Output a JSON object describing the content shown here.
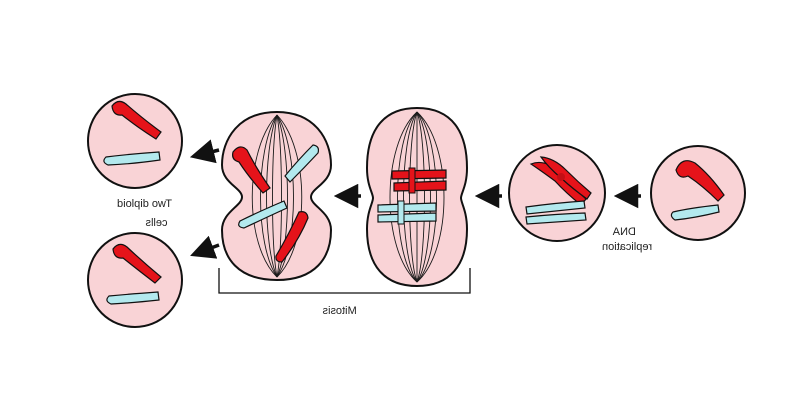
{
  "labels": {
    "daughter_cells": [
      "Two diploid",
      "cells"
    ],
    "replication": [
      "DNA",
      "replication"
    ],
    "mitosis": "Mitosis"
  },
  "colors": {
    "cell_fill": "#f9d3d6",
    "outline": "#111111",
    "chromosome_red": "#e5131a",
    "chromosome_blue": "#b3e9ee",
    "arrow": "#111111"
  },
  "icons": {
    "stage_arrow": "arrow-left-icon"
  }
}
